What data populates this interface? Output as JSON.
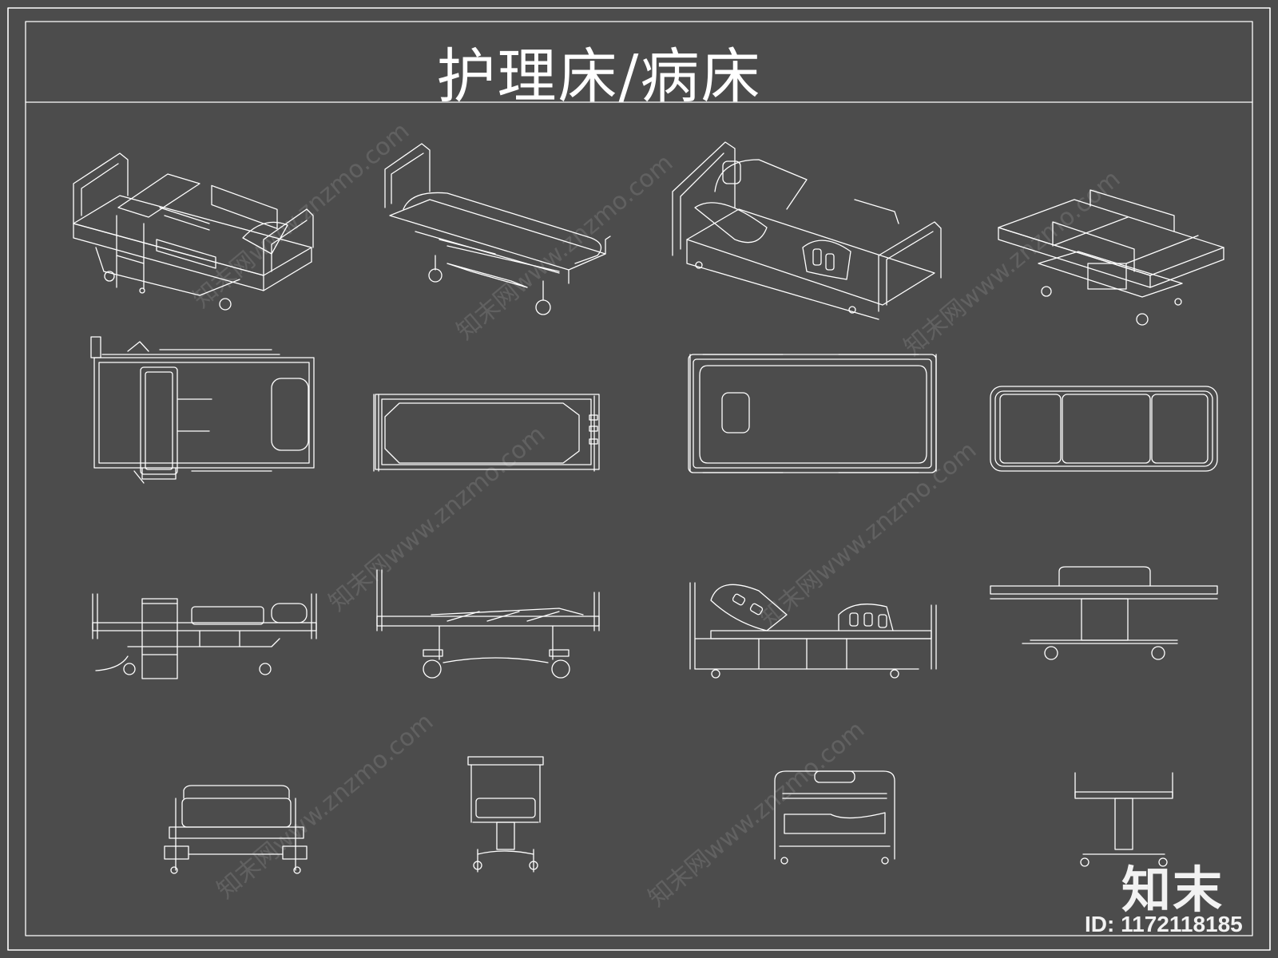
{
  "title": "护理床/病床",
  "watermark": {
    "site": "www.znzmo.com",
    "brand": "知末网"
  },
  "logo": "知末",
  "id_label": "ID: 1172118185",
  "colors": {
    "background": "#4c4c4c",
    "line": "#ffffff"
  }
}
